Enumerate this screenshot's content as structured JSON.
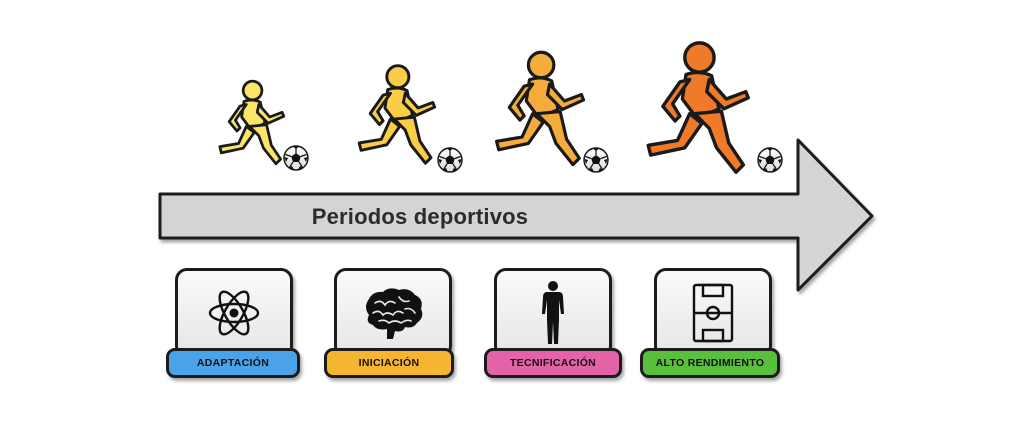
{
  "arrow": {
    "label": "Periodos deportivos",
    "fill": "#d4d4d4"
  },
  "players": [
    {
      "color": "#f9e56a"
    },
    {
      "color": "#f9cd45"
    },
    {
      "color": "#f4ac3c"
    },
    {
      "color": "#ee7a2a"
    }
  ],
  "stages": [
    {
      "label": "ADAPTACIÓN",
      "icon": "atom-icon",
      "color": "#4aa3e8"
    },
    {
      "label": "INICIACIÓN",
      "icon": "brain-icon",
      "color": "#f6b531"
    },
    {
      "label": "TECNIFICACIÓN",
      "icon": "human-figure-icon",
      "color": "#e463a8"
    },
    {
      "label": "ALTO RENDIMIENTO",
      "icon": "football-field-icon",
      "color": "#5bbf3e"
    }
  ]
}
